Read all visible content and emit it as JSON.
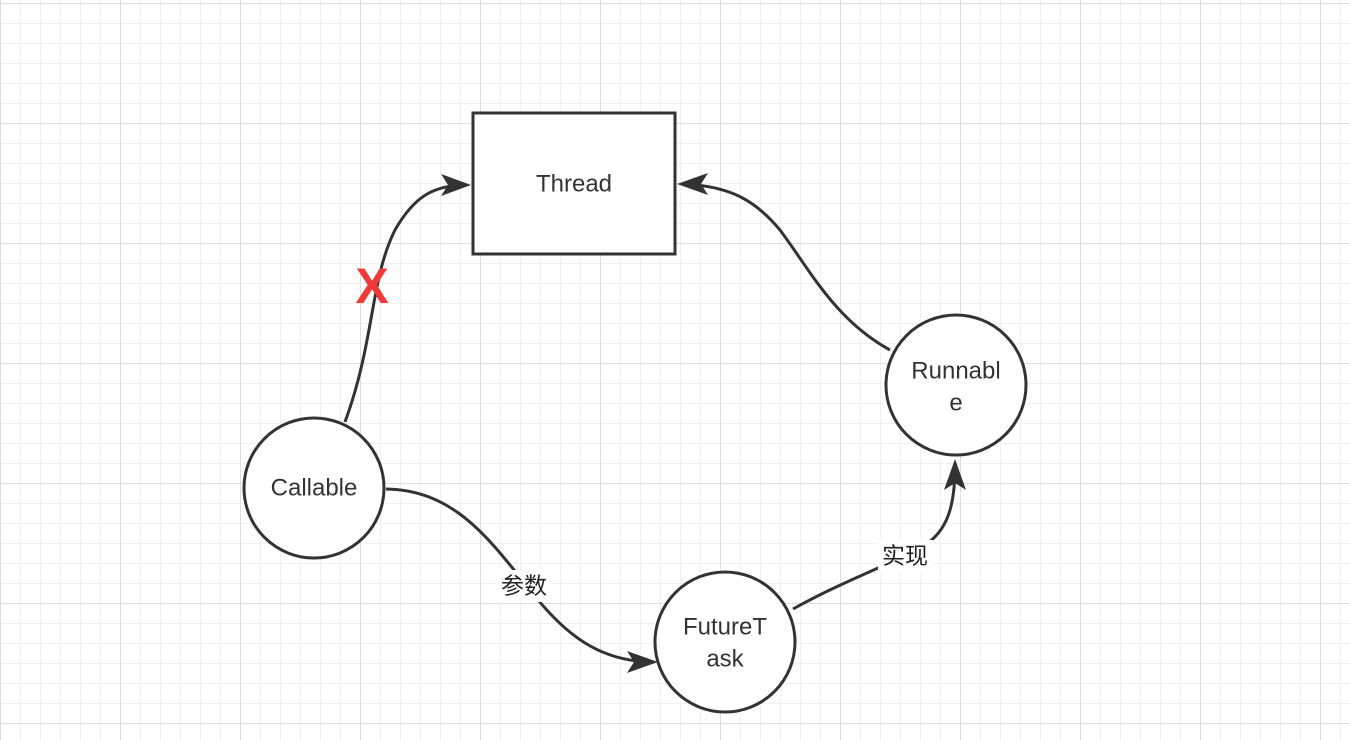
{
  "nodes": {
    "thread": {
      "label": "Thread"
    },
    "callable": {
      "label": "Callable"
    },
    "runnable": {
      "label_line1": "Runnabl",
      "label_line2": "e"
    },
    "futuretask": {
      "label_line1": "FutureT",
      "label_line2": "ask"
    }
  },
  "edges": {
    "callable_to_thread": {
      "marker": "X",
      "marker_color": "#f03a3a"
    },
    "callable_to_futuretask": {
      "label": "参数"
    },
    "futuretask_to_runnable": {
      "label": "实现"
    },
    "runnable_to_thread": {
      "label": ""
    }
  },
  "colors": {
    "stroke": "#333333",
    "grid_major": "#dedede",
    "grid_minor": "#f0f0f0"
  }
}
